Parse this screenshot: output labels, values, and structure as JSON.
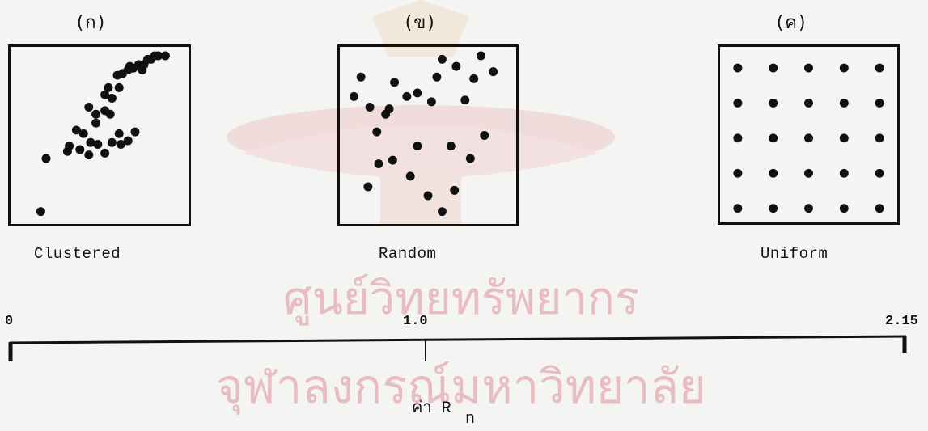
{
  "panels": [
    {
      "id": "a",
      "letter": "(ก)",
      "caption": "Clustered",
      "dots": [
        [
          20,
          63
        ],
        [
          17,
          93
        ],
        [
          32,
          59
        ],
        [
          33,
          56
        ],
        [
          37,
          47
        ],
        [
          41,
          49
        ],
        [
          48,
          43
        ],
        [
          44,
          34
        ],
        [
          48,
          38
        ],
        [
          53,
          36
        ],
        [
          56,
          38
        ],
        [
          53,
          27
        ],
        [
          55,
          23
        ],
        [
          57,
          29
        ],
        [
          61,
          23
        ],
        [
          60,
          16
        ],
        [
          63,
          15
        ],
        [
          66,
          13
        ],
        [
          67,
          11
        ],
        [
          69,
          12
        ],
        [
          72,
          10
        ],
        [
          74,
          13
        ],
        [
          75,
          10
        ],
        [
          77,
          7
        ],
        [
          79,
          7
        ],
        [
          81,
          5
        ],
        [
          83,
          5
        ],
        [
          87,
          5
        ],
        [
          39,
          58
        ],
        [
          45,
          54
        ],
        [
          49,
          55
        ],
        [
          53,
          60
        ],
        [
          57,
          54
        ],
        [
          62,
          55
        ],
        [
          66,
          53
        ],
        [
          70,
          48
        ],
        [
          61,
          49
        ],
        [
          44,
          61
        ]
      ]
    },
    {
      "id": "b",
      "letter": "(ข)",
      "caption": "Random",
      "dots": [
        [
          12,
          17
        ],
        [
          8,
          28
        ],
        [
          17,
          34
        ],
        [
          21,
          48
        ],
        [
          26,
          38
        ],
        [
          28,
          35
        ],
        [
          31,
          20
        ],
        [
          38,
          28
        ],
        [
          44,
          26
        ],
        [
          52,
          31
        ],
        [
          55,
          17
        ],
        [
          58,
          7
        ],
        [
          66,
          11
        ],
        [
          71,
          30
        ],
        [
          76,
          18
        ],
        [
          80,
          5
        ],
        [
          87,
          14
        ],
        [
          30,
          64
        ],
        [
          40,
          73
        ],
        [
          50,
          84
        ],
        [
          58,
          93
        ],
        [
          65,
          81
        ],
        [
          74,
          63
        ],
        [
          82,
          50
        ],
        [
          63,
          56
        ],
        [
          44,
          56
        ],
        [
          22,
          66
        ],
        [
          16,
          79
        ]
      ]
    },
    {
      "id": "c",
      "letter": "(ค)",
      "caption": "Uniform",
      "dots": [
        [
          10,
          12
        ],
        [
          30,
          12
        ],
        [
          50,
          12
        ],
        [
          70,
          12
        ],
        [
          90,
          12
        ],
        [
          10,
          32
        ],
        [
          30,
          32
        ],
        [
          50,
          32
        ],
        [
          70,
          32
        ],
        [
          90,
          32
        ],
        [
          10,
          52
        ],
        [
          30,
          52
        ],
        [
          50,
          52
        ],
        [
          70,
          52
        ],
        [
          90,
          52
        ],
        [
          10,
          72
        ],
        [
          30,
          72
        ],
        [
          50,
          72
        ],
        [
          70,
          72
        ],
        [
          90,
          72
        ],
        [
          10,
          92
        ],
        [
          30,
          92
        ],
        [
          50,
          92
        ],
        [
          70,
          92
        ],
        [
          90,
          92
        ]
      ]
    }
  ],
  "scale": {
    "ticks": [
      "0",
      "1.0",
      "2.15"
    ],
    "label_main": "ค่า R",
    "label_sub": "n"
  },
  "watermark": {
    "line1": "ศูนย์วิทยทรัพยากร",
    "line2": "จุฬาลงกรณ์มหาวิทยาลัย",
    "color": "#e6b3b8"
  }
}
